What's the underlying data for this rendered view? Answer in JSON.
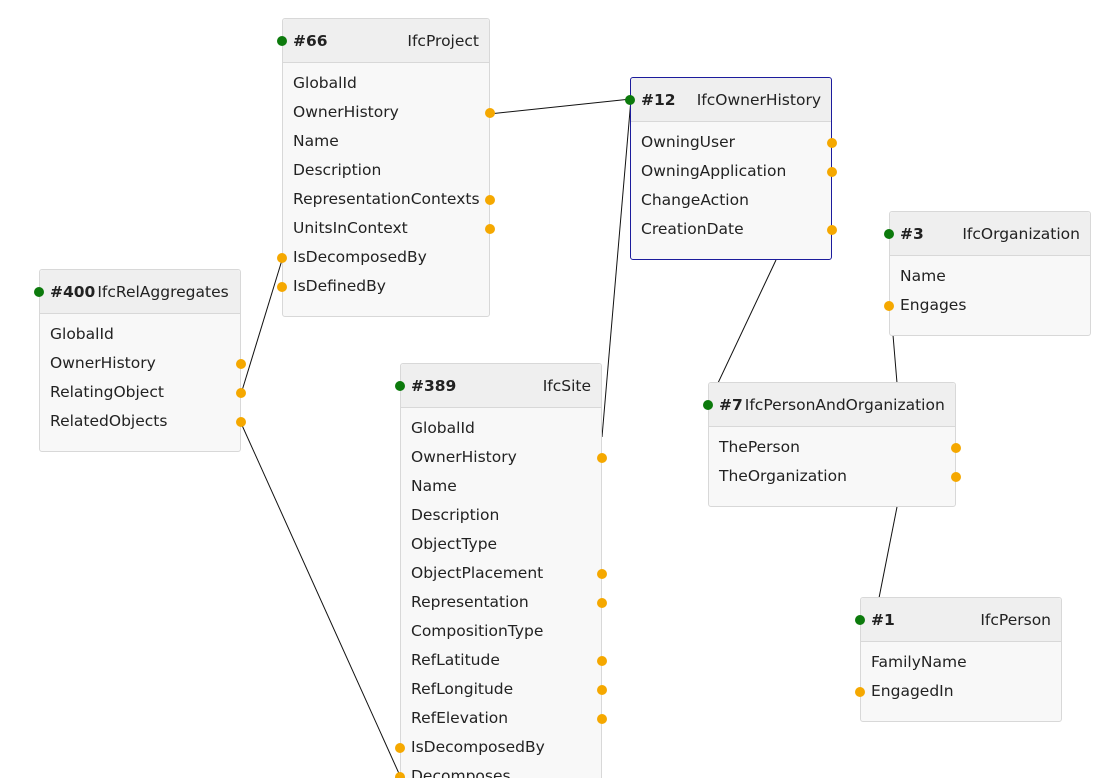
{
  "nodes": {
    "n66": {
      "id": "#66",
      "type": "IfcProject",
      "fields": [
        "GlobalId",
        "OwnerHistory",
        "Name",
        "Description",
        "RepresentationContexts",
        "UnitsInContext",
        "IsDecomposedBy",
        "IsDefinedBy"
      ]
    },
    "n12": {
      "id": "#12",
      "type": "IfcOwnerHistory",
      "fields": [
        "OwningUser",
        "OwningApplication",
        "ChangeAction",
        "CreationDate"
      ]
    },
    "n3": {
      "id": "#3",
      "type": "IfcOrganization",
      "fields": [
        "Name",
        "Engages"
      ]
    },
    "n400": {
      "id": "#400",
      "type": "IfcRelAggregates",
      "fields": [
        "GlobalId",
        "OwnerHistory",
        "RelatingObject",
        "RelatedObjects"
      ]
    },
    "n389": {
      "id": "#389",
      "type": "IfcSite",
      "fields": [
        "GlobalId",
        "OwnerHistory",
        "Name",
        "Description",
        "ObjectType",
        "ObjectPlacement",
        "Representation",
        "CompositionType",
        "RefLatitude",
        "RefLongitude",
        "RefElevation",
        "IsDecomposedBy",
        "Decomposes"
      ]
    },
    "n7": {
      "id": "#7",
      "type": "IfcPersonAndOrganization",
      "fields": [
        "ThePerson",
        "TheOrganization"
      ]
    },
    "n1": {
      "id": "#1",
      "type": "IfcPerson",
      "fields": [
        "FamilyName",
        "EngagedIn"
      ]
    }
  },
  "colors": {
    "node_bg": "#f8f8f8",
    "header_bg": "#efefef",
    "border": "#d8d8d8",
    "selected_border": "#1c1c9c",
    "entity_dot": "#0c7a0c",
    "port_dot": "#f5a800",
    "edge": "#111111"
  }
}
